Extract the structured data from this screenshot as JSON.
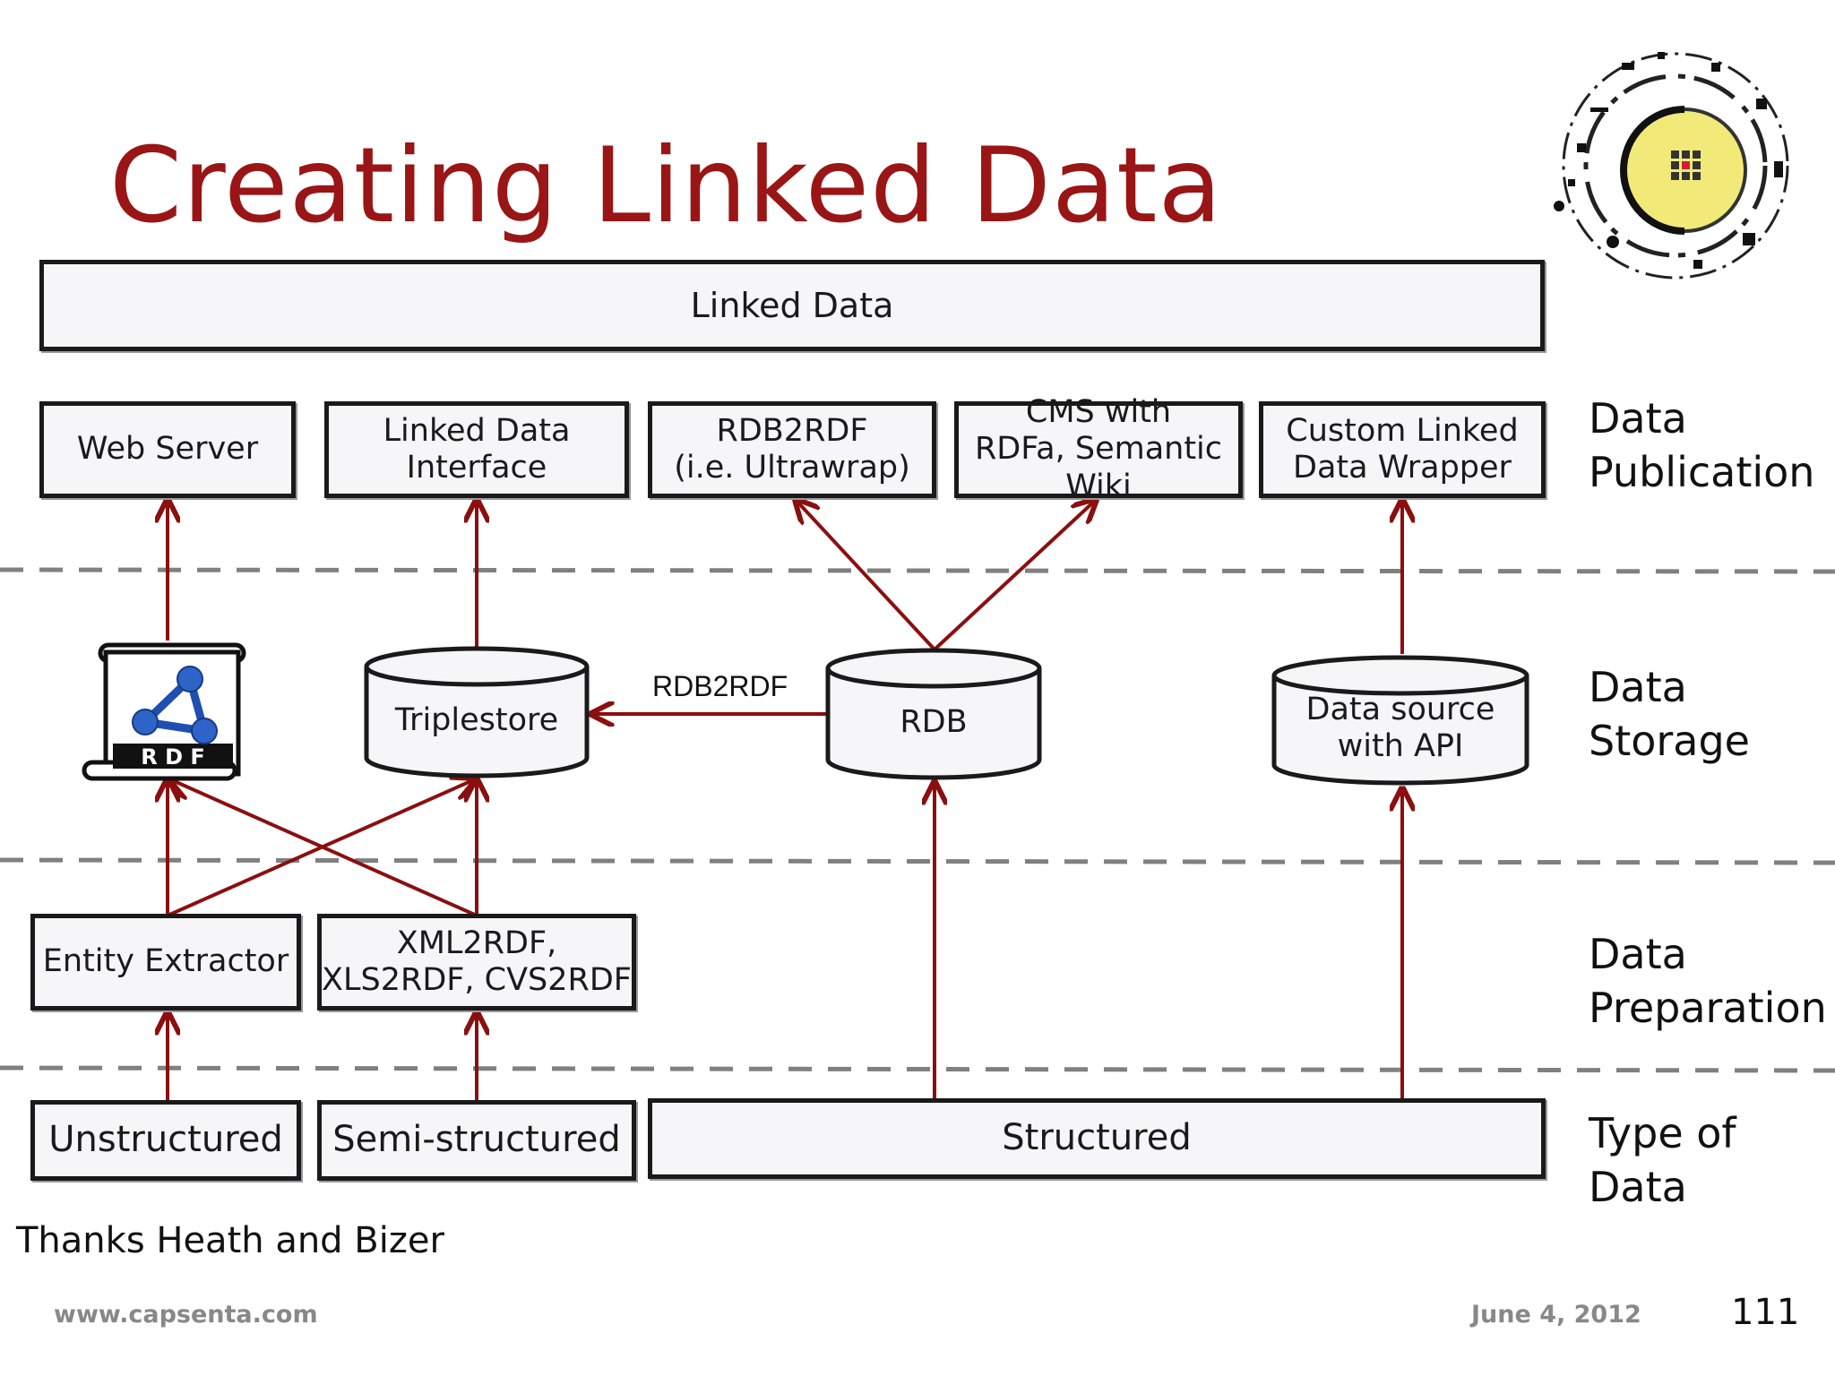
{
  "title": "Creating Linked Data",
  "top_box": "Linked Data",
  "publication": {
    "web_server": "Web Server",
    "linked_data_interface": "Linked Data\nInterface",
    "rdb2rdf_ultrawrap": "RDB2RDF\n(i.e. Ultrawrap)",
    "cms": "CMS with\nRDFa, Semantic\nWiki",
    "custom_wrapper": "Custom Linked\nData Wrapper"
  },
  "storage": {
    "rdf_icon_letters": "R D F",
    "triplestore": "Triplestore",
    "rdb": "RDB",
    "api_source": "Data source\nwith API",
    "edge_label": "RDB2RDF"
  },
  "preparation": {
    "entity_extractor": "Entity Extractor",
    "converters": "XML2RDF,\nXLS2RDF, CVS2RDF"
  },
  "types": {
    "unstructured": "Unstructured",
    "semi_structured": "Semi-structured",
    "structured": "Structured"
  },
  "layers": {
    "publication": "Data\nPublication",
    "storage": "Data\nStorage",
    "preparation": "Data\nPreparation",
    "type": "Type of Data"
  },
  "credits": "Thanks Heath and Bizer",
  "footer": {
    "url": "www.capsenta.com",
    "date": "June 4, 2012",
    "page": "111"
  },
  "colors": {
    "title": "#9a1515",
    "arrow": "#8b0f0f",
    "dashed_line": "#808080",
    "box_border": "#1a1a1a"
  },
  "logo": "capsenta-logo-icon"
}
